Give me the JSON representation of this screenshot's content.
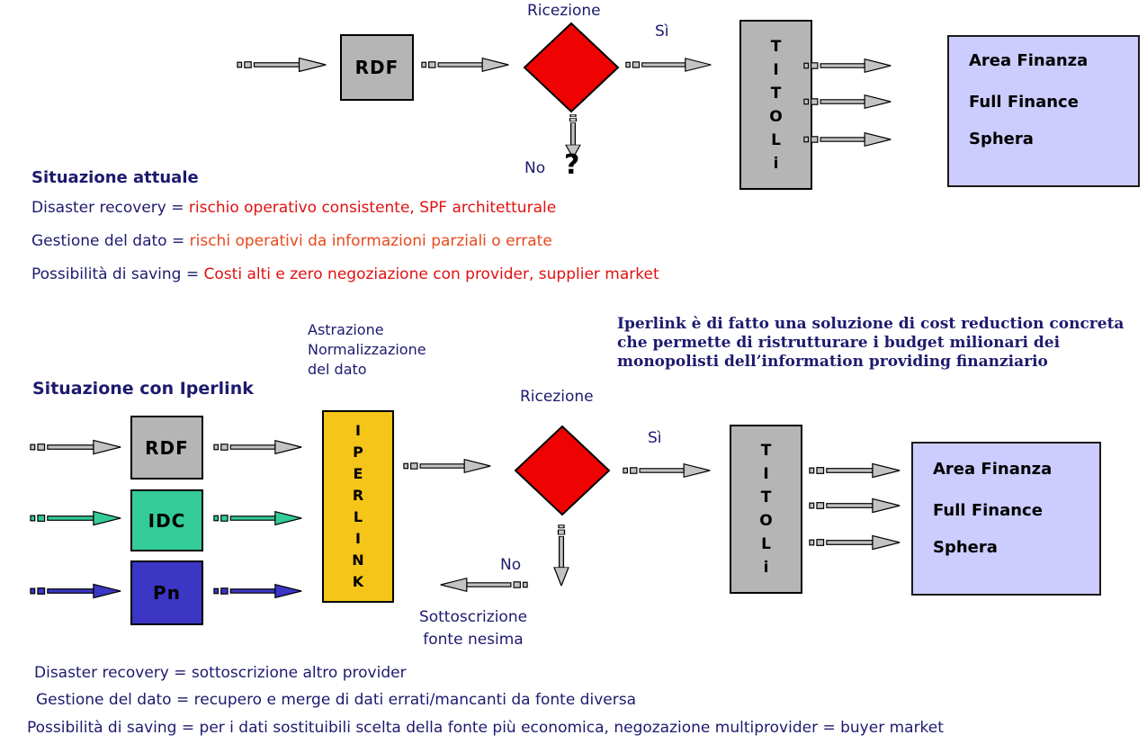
{
  "colors": {
    "navy_text": "#1d1a6e",
    "red_text": "#e01111",
    "orange_text": "#e8481c",
    "diamond_red": "#ee0202",
    "box_gray": "#b5b5b5",
    "output_box_purple": "#ccccfe",
    "iperlink_yellow": "#f6c51a",
    "idc_teal": "#33cc99",
    "pn_blue": "#3b36c4",
    "arrow_gray": "#c3c3c3"
  },
  "top_chart": {
    "ricezione_label": "Ricezione",
    "rdf_label": "RDF",
    "si_label": "Sì",
    "no_label": "No",
    "question_mark": "?",
    "titoli_letters": [
      "T",
      "I",
      "T",
      "O",
      "L",
      "i"
    ],
    "outputs": [
      "Area Finanza",
      "Full Finance",
      "Sphera"
    ]
  },
  "current_section": {
    "title": "Situazione attuale",
    "lines": [
      {
        "label": "Disaster recovery =",
        "value": "rischio operativo consistente, SPF architetturale"
      },
      {
        "label": "Gestione del dato =",
        "value": "rischi operativi da informazioni parziali o errate"
      },
      {
        "label": "Possibilità di saving =",
        "value": "Costi alti e zero negoziazione con provider, supplier market"
      }
    ]
  },
  "iperlink_section": {
    "title": "Situazione con Iperlink",
    "astrazione_note": [
      "Astrazione",
      "Normalizzazione",
      "del dato"
    ],
    "claim_lines": [
      "Iperlink è di fatto una soluzione  di cost reduction concreta",
      "che permette di ristrutturare i budget milionari dei",
      "monopolisti dell’information providing finanziario"
    ],
    "sources": {
      "rdf": "RDF",
      "idc": "IDC",
      "pn": "Pn"
    },
    "iperlink_letters": [
      "I",
      "P",
      "E",
      "R",
      "L",
      "I",
      "N",
      "K"
    ],
    "ricezione_label": "Ricezione",
    "si_label": "Sì",
    "no_label": "No",
    "no_action_lines": [
      "Sottoscrizione",
      "fonte nesima"
    ],
    "titoli_letters": [
      "T",
      "I",
      "T",
      "O",
      "L",
      "i"
    ],
    "outputs": [
      "Area Finanza",
      "Full Finance",
      "Sphera"
    ]
  },
  "benefits_section": {
    "lines": [
      "Disaster recovery = sottoscrizione altro provider",
      "Gestione del dato = recupero e merge di dati errati/mancanti da fonte diversa",
      "Possibilità di saving = per i dati sostituibili scelta della fonte più economica, negozazione multiprovider = buyer market"
    ]
  }
}
